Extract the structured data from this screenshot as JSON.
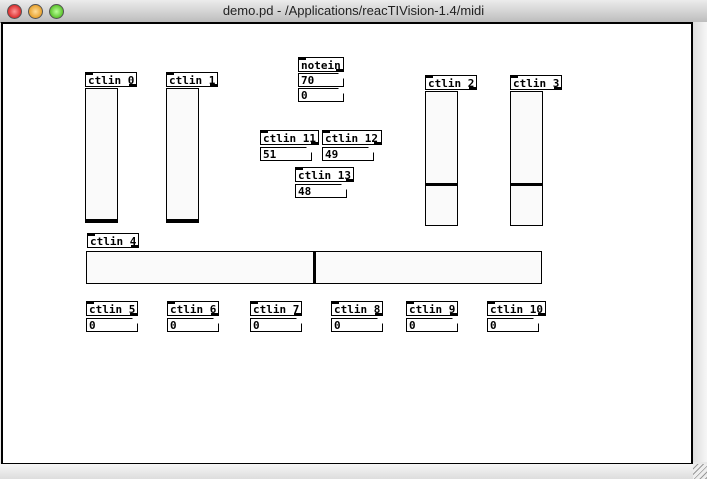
{
  "window": {
    "title": "demo.pd  - /Applications/reacTIVision-1.4/midi"
  },
  "objects": {
    "ctlin0": "ctlin 0",
    "ctlin1": "ctlin 1",
    "ctlin2": "ctlin 2",
    "ctlin3": "ctlin 3",
    "ctlin4": "ctlin 4",
    "ctlin5": "ctlin 5",
    "ctlin6": "ctlin 6",
    "ctlin7": "ctlin 7",
    "ctlin8": "ctlin 8",
    "ctlin9": "ctlin 9",
    "ctlin10": "ctlin 10",
    "ctlin11": "ctlin 11",
    "ctlin12": "ctlin 12",
    "ctlin13": "ctlin 13",
    "notein": "notein"
  },
  "numbers": {
    "note": "70",
    "velocity": "0",
    "n11": "51",
    "n12": "49",
    "n13": "48",
    "n5": "0",
    "n6": "0",
    "n7": "0",
    "n8": "0",
    "n9": "0",
    "n10": "0"
  },
  "sliders": {
    "s0": 0,
    "s1": 0,
    "s2": 0.3,
    "s3": 0.3,
    "s4": 0.5
  }
}
